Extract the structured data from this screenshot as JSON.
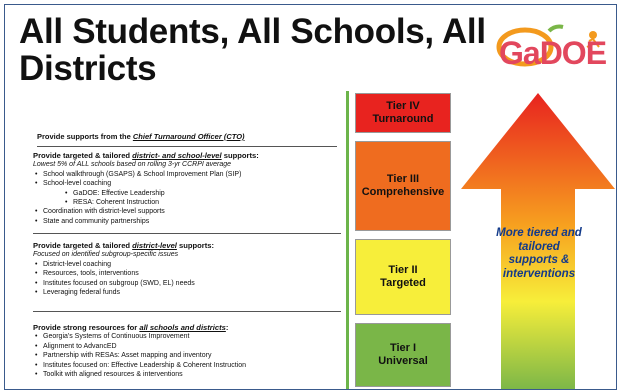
{
  "title": "All Students, All Schools, All Districts",
  "logo": {
    "text": "GaDOE"
  },
  "cto": {
    "prefix": "Provide supports from the ",
    "highlight": "Chief Turnaround Officer (CTO)"
  },
  "sections": [
    {
      "head_prefix": "Provide targeted & tailored ",
      "head_highlight": "district- and school-level",
      "head_suffix": " supports:",
      "sub": "Lowest 5% of ALL schools based on rolling 3-yr CCRPI average",
      "items": [
        {
          "text": "School walkthrough (GSAPS) & School Improvement Plan (SIP)",
          "level": 1
        },
        {
          "text": "School-level coaching",
          "level": 1
        },
        {
          "text": "GaDOE: Effective Leadership",
          "level": 2
        },
        {
          "text": "RESA: Coherent Instruction",
          "level": 2
        },
        {
          "text": "Coordination with district-level supports",
          "level": 1
        },
        {
          "text": "State and community partnerships",
          "level": 1
        }
      ]
    },
    {
      "head_prefix": "Provide targeted & tailored ",
      "head_highlight": "district-level",
      "head_suffix": " supports:",
      "sub": "Focused on identified subgroup-specific issues",
      "items": [
        {
          "text": "District-level coaching",
          "level": 1
        },
        {
          "text": "Resources, tools, interventions",
          "level": 1
        },
        {
          "text": "Institutes focused on subgroup (SWD, EL) needs",
          "level": 1
        },
        {
          "text": "Leveraging federal funds",
          "level": 1
        }
      ]
    },
    {
      "head_prefix": "Provide strong resources for ",
      "head_highlight": "all schools and districts",
      "head_suffix": ":",
      "sub": "",
      "items": [
        {
          "text": "Georgia's Systems of Continuous Improvement",
          "level": 1
        },
        {
          "text": "Alignment to AdvancED",
          "level": 1
        },
        {
          "text": "Partnership with RESAs: Asset mapping and inventory",
          "level": 1
        },
        {
          "text": "Institutes focused on: Effective Leadership & Coherent Instruction",
          "level": 1
        },
        {
          "text": "Toolkit with aligned resources & interventions",
          "level": 1
        }
      ]
    }
  ],
  "tiers": [
    {
      "line1": "Tier IV",
      "line2": "Turnaround",
      "color": "#e8231f"
    },
    {
      "line1": "Tier III",
      "line2": "Comprehensive",
      "color": "#ef6c1f"
    },
    {
      "line1": "Tier II",
      "line2": "Targeted",
      "color": "#f7ee3a"
    },
    {
      "line1": "Tier I",
      "line2": "Universal",
      "color": "#7ab648"
    }
  ],
  "arrow": {
    "label": "More tiered and tailored supports & interventions",
    "color_top": "#e8231f",
    "color_mid": "#f7a21f",
    "color_bottom": "#7ab648",
    "label_color": "#123a8a"
  }
}
